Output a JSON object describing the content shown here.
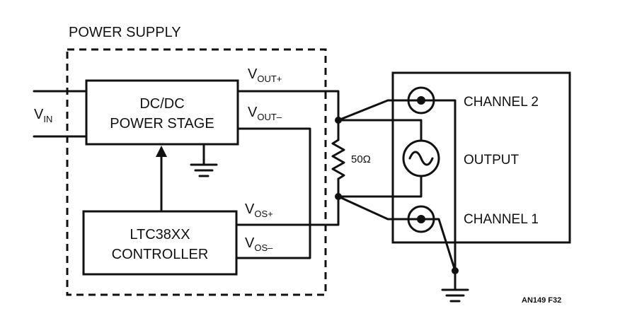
{
  "power_supply": {
    "label": "POWER SUPPLY"
  },
  "dcdc": {
    "line1": "DC/DC",
    "line2": "POWER STAGE"
  },
  "controller": {
    "line1": "LTC38XX",
    "line2": "CONTROLLER"
  },
  "labels": {
    "vin_main": "V",
    "vin_sub": "IN",
    "vout_plus_main": "V",
    "vout_plus_sub": "OUT+",
    "vout_minus_main": "V",
    "vout_minus_sub": "OUT–",
    "vos_plus_main": "V",
    "vos_plus_sub": "OS+",
    "vos_minus_main": "V",
    "vos_minus_sub": "OS–",
    "resistor": "50Ω"
  },
  "analyzer": {
    "channel2": "CHANNEL 2",
    "output": "OUTPUT",
    "channel1": "CHANNEL 1"
  },
  "figure_id": "AN149 F32"
}
